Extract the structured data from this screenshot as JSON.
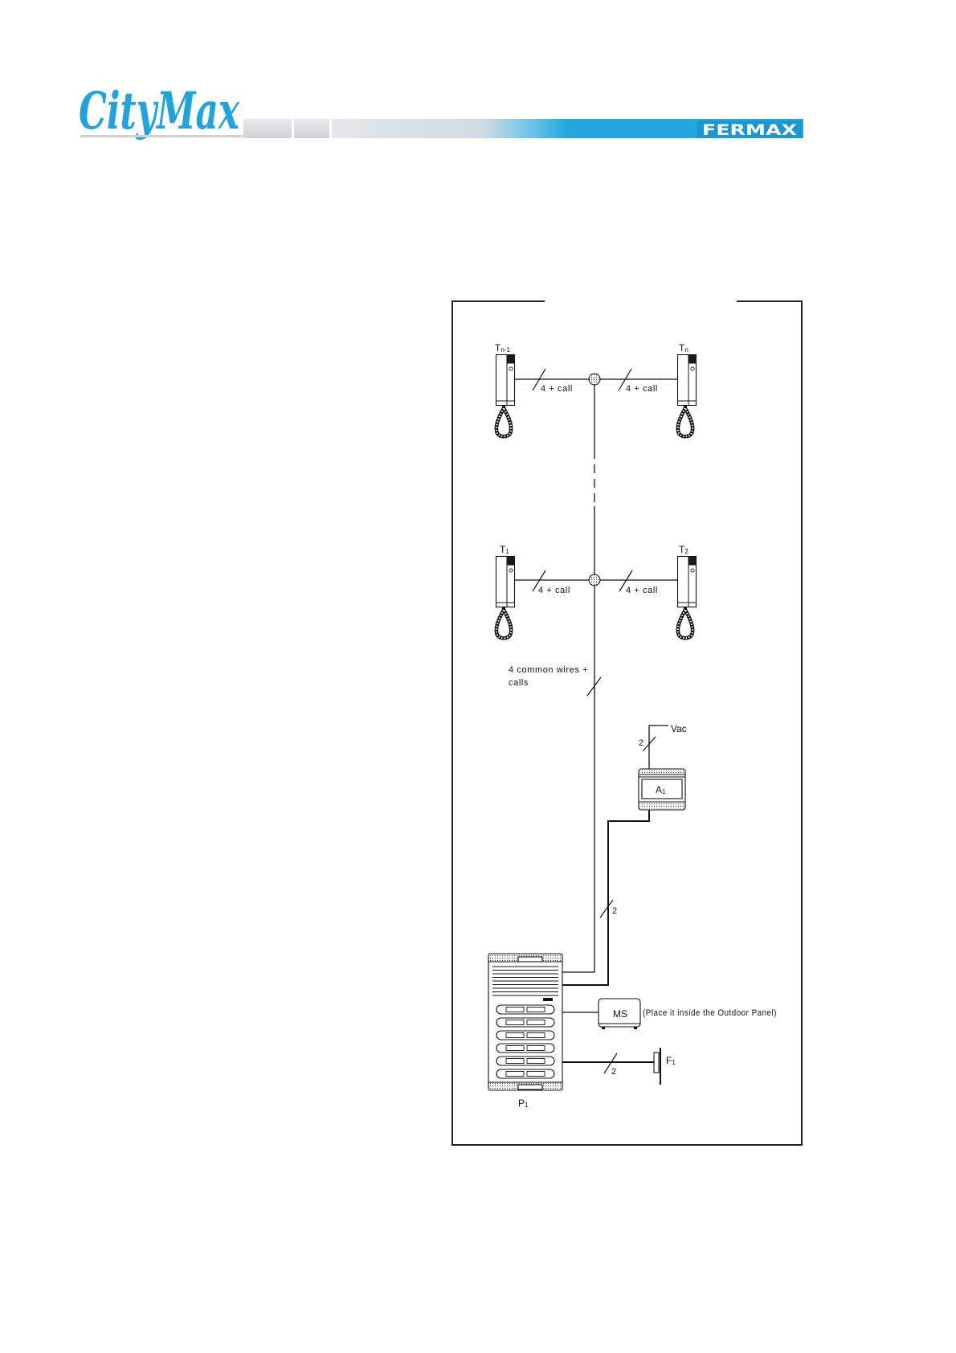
{
  "header": {
    "logo_text": "CityMax",
    "logo_color": "#1fa4df",
    "brand_text": "FERMAX",
    "brand_color": "#1896d5"
  },
  "diagram": {
    "monitors": [
      {
        "letter": "T",
        "sub": "n-1",
        "wire_label": "4 + call"
      },
      {
        "letter": "T",
        "sub": "n",
        "wire_label": "4 + call"
      },
      {
        "letter": "T",
        "sub": "1",
        "wire_label": "4 + call"
      },
      {
        "letter": "T",
        "sub": "2",
        "wire_label": "4 + call"
      }
    ],
    "riser": {
      "label_line1": "4 common wires +",
      "label_line2": "calls"
    },
    "power_supply": {
      "letter": "A",
      "sub": "1",
      "input_label": "Vac",
      "input_wires": "2",
      "output_wires": "2"
    },
    "outdoor_panel": {
      "letter": "P",
      "sub": "1"
    },
    "sound_module": {
      "label": "MS",
      "note": "(Place it inside the Outdoor Panel)"
    },
    "door_lock": {
      "letter": "F",
      "sub": "1",
      "wires": "2"
    }
  }
}
